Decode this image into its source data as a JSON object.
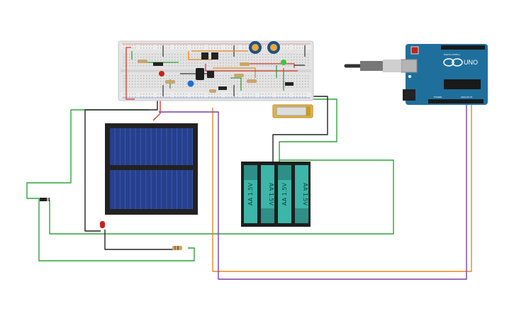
{
  "battery_pack": {
    "cell_labels": [
      "AA 1.5V",
      "AA 1.5V",
      "AA 1.5V",
      "AA 1.5V"
    ]
  },
  "arduino": {
    "brand_text": "UNO",
    "small_labels": [
      "DIGITAL (PWM~)",
      "ANALOG IN",
      "POWER"
    ]
  },
  "colors": {
    "wire_green": "#2fa33a",
    "wire_orange": "#e8871e",
    "wire_purple": "#7a3ea8",
    "wire_black": "#222222",
    "wire_red": "#d43a2a",
    "arduino_blue": "#1f6f9c",
    "breadboard": "#e3e3e3",
    "solar_cell": "#27408c",
    "battery_teal": "#3cb6a9"
  }
}
